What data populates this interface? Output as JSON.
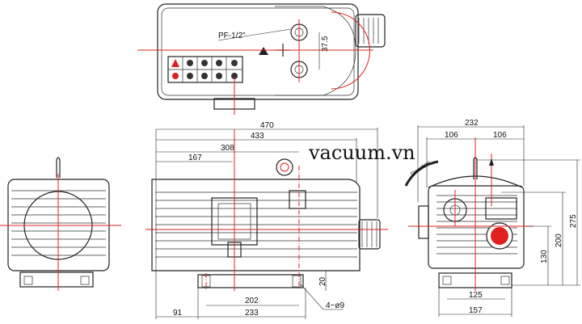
{
  "watermark": "vacuum.vn",
  "top_view": {
    "port_label": "PF-1/2\"",
    "offset_dim": "37.5"
  },
  "side_view": {
    "overall_length": "470",
    "body_length": "433",
    "eyebolt_offset": "308",
    "center_offset": "167",
    "foot_hole_spacing": "202",
    "foot_length": "233",
    "foot_offset": "91",
    "foot_height": "20",
    "hole_callout": "4−ø9"
  },
  "end_view": {
    "overall_width": "232",
    "half_width_left": "106",
    "half_width_right": "106",
    "overall_height": "275",
    "body_height": "200",
    "axis_height": "130",
    "foot_hole_spacing": "125",
    "foot_width": "157",
    "rotation_label": "Direction"
  },
  "colors": {
    "centerline": "#e02020",
    "outline": "#222222"
  }
}
